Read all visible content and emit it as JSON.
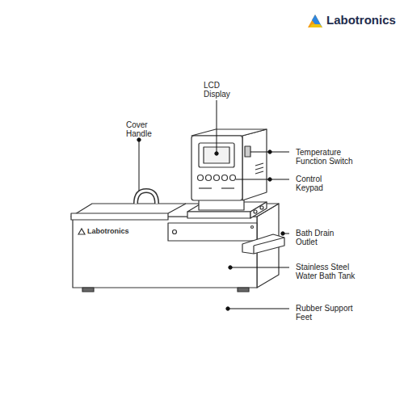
{
  "diagram": {
    "labels": [
      "Labotronics",
      "LCD Display",
      "Cover Handle",
      "Temperature Function Switch",
      "Control Keypad",
      "Bath Drain Outlet",
      "Stainless Steel Water Bath Tank",
      "Rubber Support Feet",
      "Labotronics"
    ]
  }
}
